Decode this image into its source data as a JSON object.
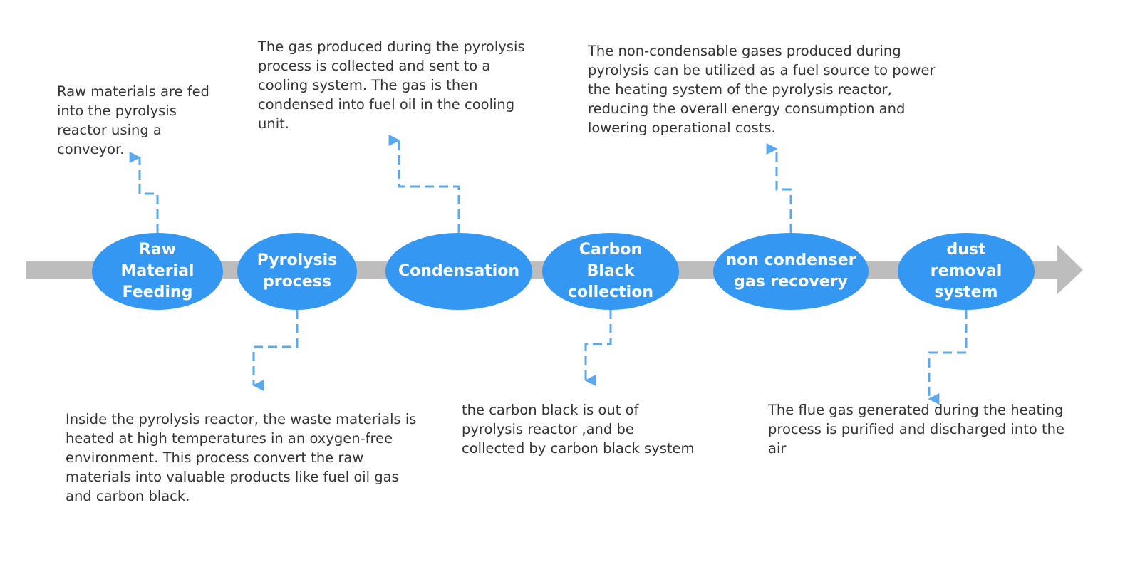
{
  "colors": {
    "node_fill": "#3498f2",
    "connector": "#5aa9ec",
    "timeline": "#bdbdbd",
    "text": "#333333",
    "node_text": "#ffffff"
  },
  "steps": [
    {
      "name": "Raw\nMaterial\nFeeding",
      "description": "Raw materials are fed\ninto the pyrolysis\nreactor using a\nconveyor.",
      "side": "top"
    },
    {
      "name": "Pyrolysis\nprocess",
      "description": "Inside the pyrolysis reactor, the waste materials is\nheated at high temperatures in an oxygen-free\nenvironment. This process convert the raw\nmaterials into valuable products like fuel oil gas\nand carbon black.",
      "side": "bottom"
    },
    {
      "name": "Condensation",
      "description": "The gas produced during the pyrolysis\nprocess is collected and sent to a\ncooling system. The gas is then\ncondensed into fuel oil in the cooling\nunit.",
      "side": "top"
    },
    {
      "name": "Carbon\nBlack\ncollection",
      "description": "the carbon black is out of\npyrolysis reactor ,and be\ncollected by carbon black system",
      "side": "bottom"
    },
    {
      "name": "non condenser\ngas recovery",
      "description": "The non-condensable gases produced during\npyrolysis can be utilized as a fuel source to power\nthe heating system of the pyrolysis reactor,\nreducing the overall energy consumption and\nlowering operational costs.",
      "side": "top"
    },
    {
      "name": "dust\nremoval\nsystem",
      "description": "The flue gas generated during the heating\nprocess is purified and discharged into the\nair",
      "side": "bottom"
    }
  ]
}
